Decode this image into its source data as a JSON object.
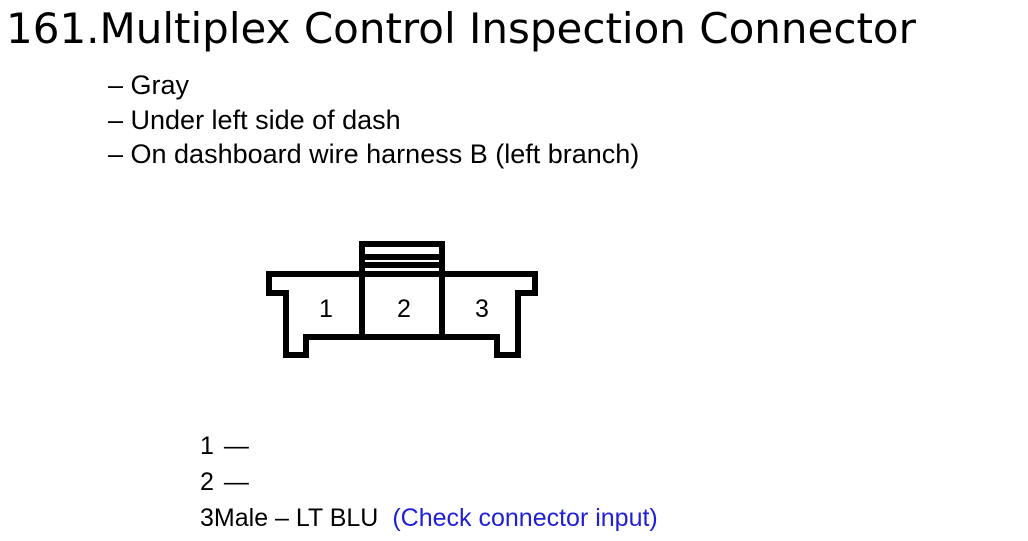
{
  "title": "161.Multiplex Control Inspection Connector",
  "bullets": [
    "– Gray",
    "– Under left side of dash",
    "– On dashboard wire harness B (left branch)"
  ],
  "connector": {
    "pin_labels": [
      "1",
      "2",
      "3"
    ]
  },
  "pins": [
    {
      "number": "1",
      "description": "—",
      "note": ""
    },
    {
      "number": "2",
      "description": "—",
      "note": ""
    },
    {
      "number": "3",
      "description": "Male – LT BLU",
      "note": "(Check connector input)"
    }
  ],
  "colors": {
    "text": "#000000",
    "note": "#1f1fd6",
    "background": "#ffffff"
  }
}
